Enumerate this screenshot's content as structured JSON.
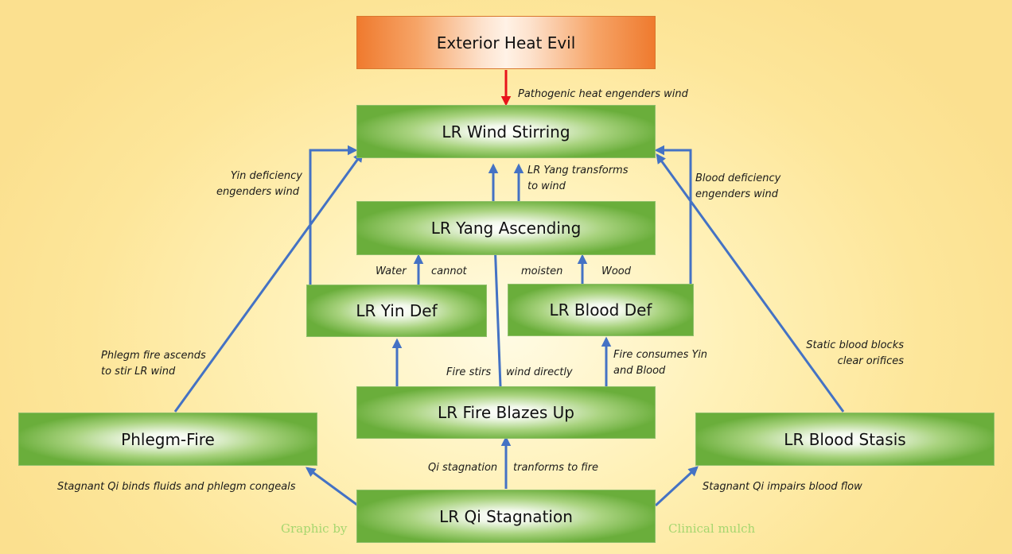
{
  "nodes": {
    "exterior_heat": "Exterior Heat Evil",
    "wind_stirring": "LR Wind Stirring",
    "yang_ascending": "LR Yang Ascending",
    "yin_def": "LR Yin Def",
    "blood_def": "LR Blood Def",
    "fire_blazes": "LR Fire Blazes Up",
    "phlegm_fire": "Phlegm-Fire",
    "blood_stasis": "LR Blood Stasis",
    "qi_stagnation": "LR Qi Stagnation"
  },
  "labels": {
    "heat_wind": "Pathogenic heat engenders wind",
    "yin_wind_1": "Yin deficiency",
    "yin_wind_2": "engenders wind",
    "yang_wind_1": "LR Yang transforms",
    "yang_wind_2": "to wind",
    "blood_wind_1": "Blood deficiency",
    "blood_wind_2": "engenders wind",
    "water": "Water",
    "cannot": "cannot",
    "moisten": "moisten",
    "wood": "Wood",
    "phlegm_wind_1": "Phlegm fire ascends",
    "phlegm_wind_2": "to stir LR wind",
    "fire_stirs": "Fire stirs",
    "wind_directly": "wind directly",
    "fire_consumes_1": "Fire consumes Yin",
    "fire_consumes_2": "and Blood",
    "static_blood_1": "Static blood blocks",
    "static_blood_2": "clear orifices",
    "qi_stag_fire_1": "Qi stagnation",
    "qi_stag_fire_2": "tranforms to fire",
    "qi_binds": "Stagnant Qi binds fluids and phlegm congeals",
    "qi_impairs": "Stagnant Qi impairs blood flow"
  },
  "credit": {
    "left": "Graphic by",
    "right": "Clinical mulch"
  },
  "colors": {
    "arrow_blue": "#4472c4",
    "arrow_red": "#e8141b"
  }
}
